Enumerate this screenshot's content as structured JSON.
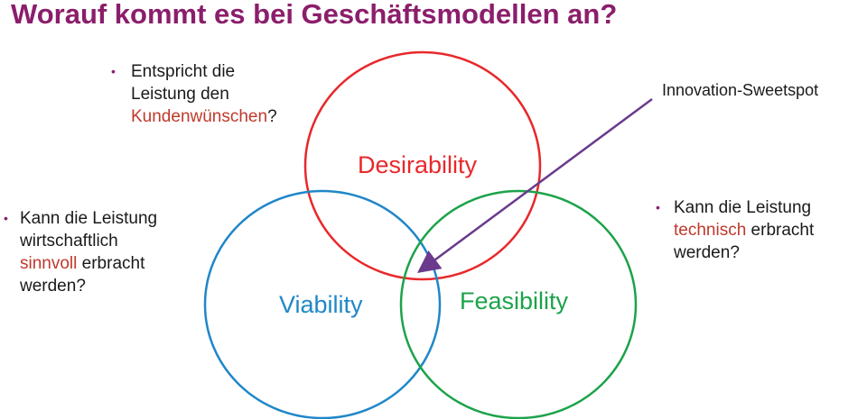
{
  "title": "Worauf kommt es bei Geschäftsmodellen an?",
  "circles": {
    "desirability": {
      "label": "Desirability",
      "color": "#e8282b"
    },
    "viability": {
      "label": "Viability",
      "color": "#1f87c9"
    },
    "feasibility": {
      "label": "Feasibility",
      "color": "#1ca34a"
    }
  },
  "callout": {
    "label": "Innovation-Sweetspot",
    "arrow_color": "#6a3a8c"
  },
  "notes": {
    "desirability": {
      "before": "Entspricht die",
      "line2": "Leistung den",
      "highlight": "Kundenwünschen",
      "after": "?"
    },
    "viability": {
      "line1": "Kann die Leistung",
      "line2": "wirtschaftlich",
      "highlight": "sinnvoll",
      "after": " erbracht",
      "line4": "werden?"
    },
    "feasibility": {
      "line1": "Kann die Leistung",
      "highlight": "technisch",
      "after": " erbracht",
      "line3": "werden?"
    }
  },
  "bullet_glyph": "•",
  "highlight_color": "#c0392b",
  "title_color": "#8b1e6b"
}
